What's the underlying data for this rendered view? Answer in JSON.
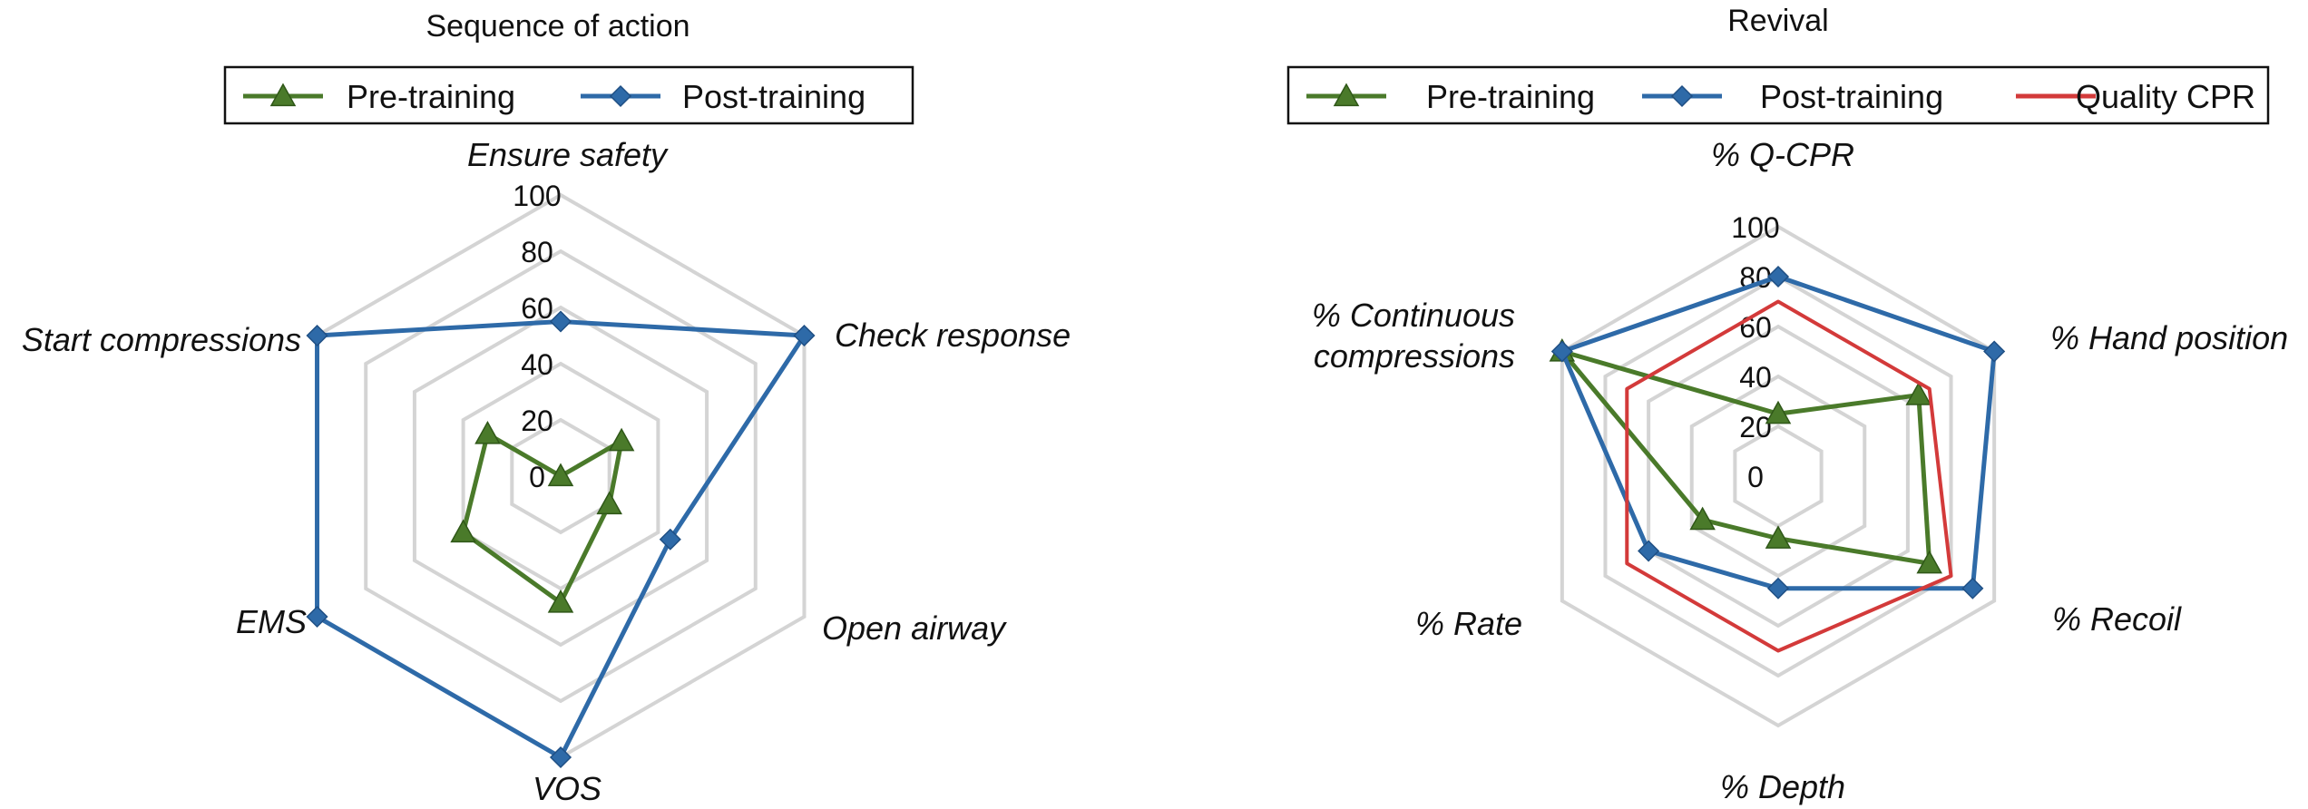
{
  "chart_data": [
    {
      "type": "radar",
      "title": "Sequence of action",
      "axes": [
        "Ensure safety",
        "Check response",
        "Open airway",
        "VOS",
        "EMS",
        "Start compressions"
      ],
      "r_ticks": [
        "0",
        "20",
        "40",
        "60",
        "80",
        "100"
      ],
      "rlim": [
        0,
        100
      ],
      "grid": true,
      "legend_position": "top",
      "series": [
        {
          "name": "Pre-training",
          "color": "#4a7a2a",
          "marker": "triangle",
          "values": [
            0,
            25,
            20,
            45,
            40,
            30
          ]
        },
        {
          "name": "Post-training",
          "color": "#2e6aa8",
          "marker": "diamond",
          "values": [
            55,
            100,
            45,
            100,
            100,
            100
          ]
        }
      ]
    },
    {
      "type": "radar",
      "title": "Revival",
      "axes": [
        "% Q-CPR",
        "% Hand position",
        "% Recoil",
        "% Depth",
        "% Rate",
        "% Continuous compressions"
      ],
      "axis_display": [
        "% Q-CPR",
        "% Hand position",
        "% Recoil",
        "% Depth",
        "% Rate",
        "% Continuous\ncompressions"
      ],
      "r_ticks": [
        "0",
        "20",
        "40",
        "60",
        "80",
        "100"
      ],
      "rlim": [
        0,
        100
      ],
      "grid": true,
      "legend_position": "top",
      "series": [
        {
          "name": "Pre-training",
          "color": "#4a7a2a",
          "marker": "triangle",
          "values": [
            25,
            65,
            70,
            25,
            35,
            100
          ]
        },
        {
          "name": "Post-training",
          "color": "#2e6aa8",
          "marker": "diamond",
          "values": [
            80,
            100,
            90,
            45,
            60,
            100
          ]
        },
        {
          "name": "Quality CPR",
          "color": "#d33a3a",
          "marker": "none",
          "values": [
            70,
            70,
            80,
            70,
            70,
            70
          ]
        }
      ]
    }
  ]
}
